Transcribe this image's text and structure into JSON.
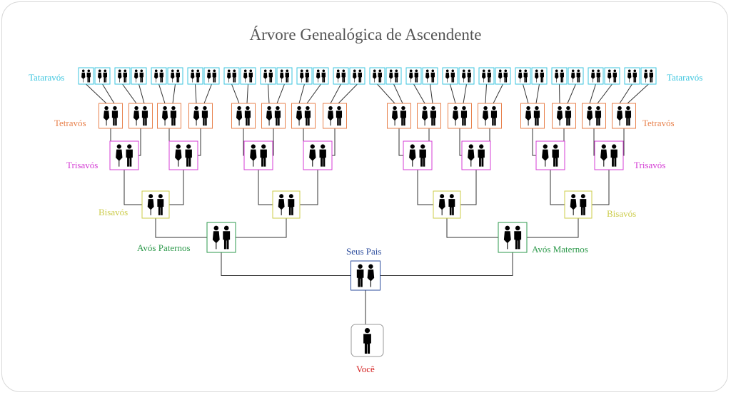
{
  "title": "Árvore Genealógica de Ascendente",
  "levels": {
    "tataravos": {
      "label": "Tataravós",
      "color": "#3ec6df",
      "count": 32
    },
    "tetravos": {
      "label": "Tetravós",
      "color": "#e8814c",
      "count": 16
    },
    "trisavos": {
      "label": "Trisavós",
      "color": "#d43cd4",
      "count": 8
    },
    "bisavos": {
      "label": "Bisavós",
      "color": "#cccc4a",
      "count": 4
    },
    "avos_paternos": {
      "label": "Avós Paternos",
      "color": "#2e9a4c"
    },
    "avos_maternos": {
      "label": "Avós Maternos",
      "color": "#2e9a4c"
    },
    "pais": {
      "label": "Seus Pais",
      "color": "#2c4c9c"
    },
    "voce": {
      "label": "Você",
      "color": "#d42020",
      "border": "#999999"
    }
  },
  "icons": {
    "couple": "couple-icon",
    "person": "person-icon"
  }
}
